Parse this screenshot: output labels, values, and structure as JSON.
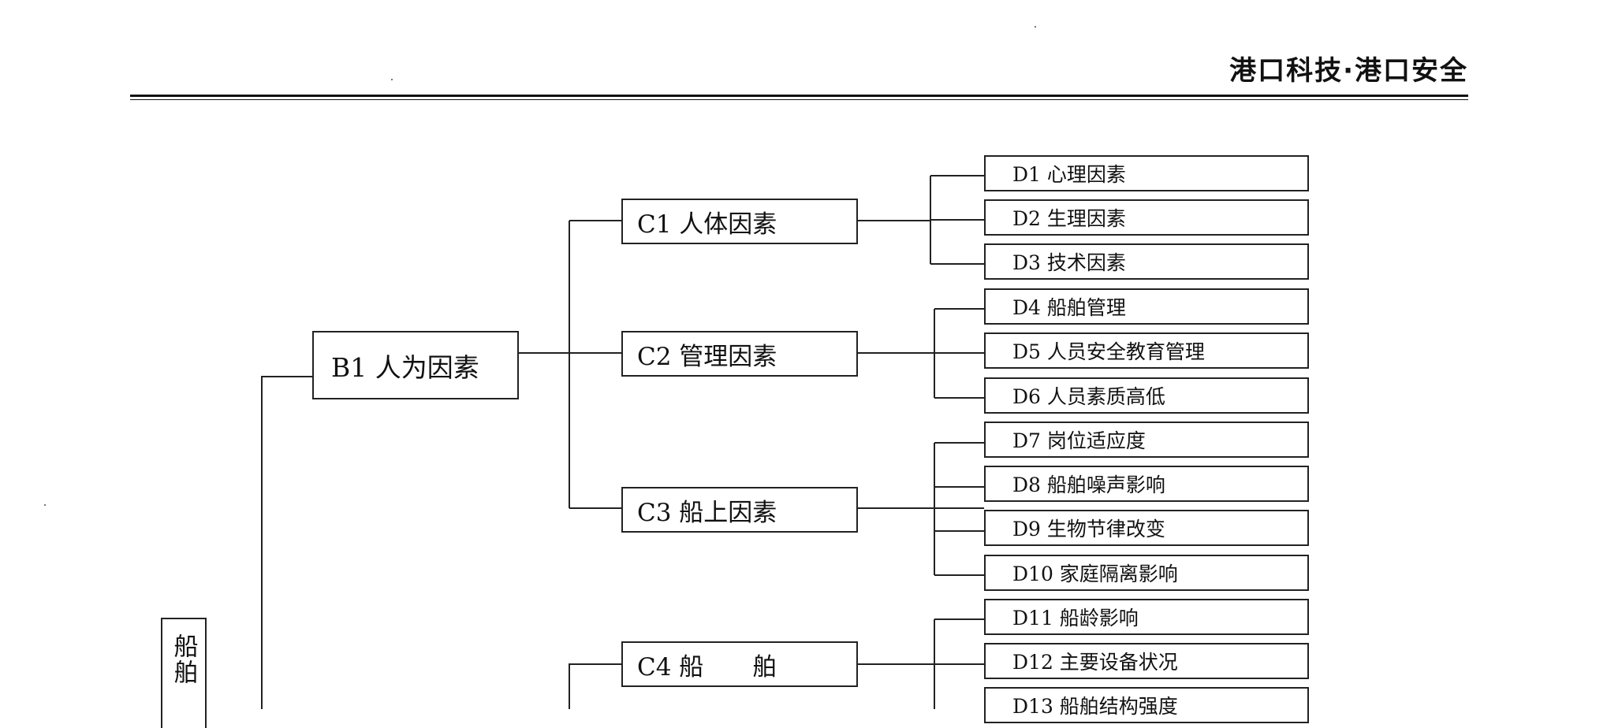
{
  "header": {
    "title": "港口科技·港口安全"
  },
  "diagram": {
    "root": {
      "label": "船舶"
    },
    "b_nodes": [
      {
        "label": "B1 人为因素"
      }
    ],
    "c_nodes": [
      {
        "label": "C1 人体因素"
      },
      {
        "label": "C2 管理因素"
      },
      {
        "label": "C3 船上因素"
      },
      {
        "label": "C4 船　　舶"
      }
    ],
    "d_nodes": [
      {
        "label": "D1 心理因素"
      },
      {
        "label": "D2 生理因素"
      },
      {
        "label": "D3 技术因素"
      },
      {
        "label": "D4 船舶管理"
      },
      {
        "label": "D5 人员安全教育管理"
      },
      {
        "label": "D6 人员素质高低"
      },
      {
        "label": "D7 岗位适应度"
      },
      {
        "label": "D8 船舶噪声影响"
      },
      {
        "label": "D9 生物节律改变"
      },
      {
        "label": "D10 家庭隔离影响"
      },
      {
        "label": "D11 船龄影响"
      },
      {
        "label": "D12 主要设备状况"
      },
      {
        "label": "D13 船舶结构强度"
      }
    ]
  }
}
